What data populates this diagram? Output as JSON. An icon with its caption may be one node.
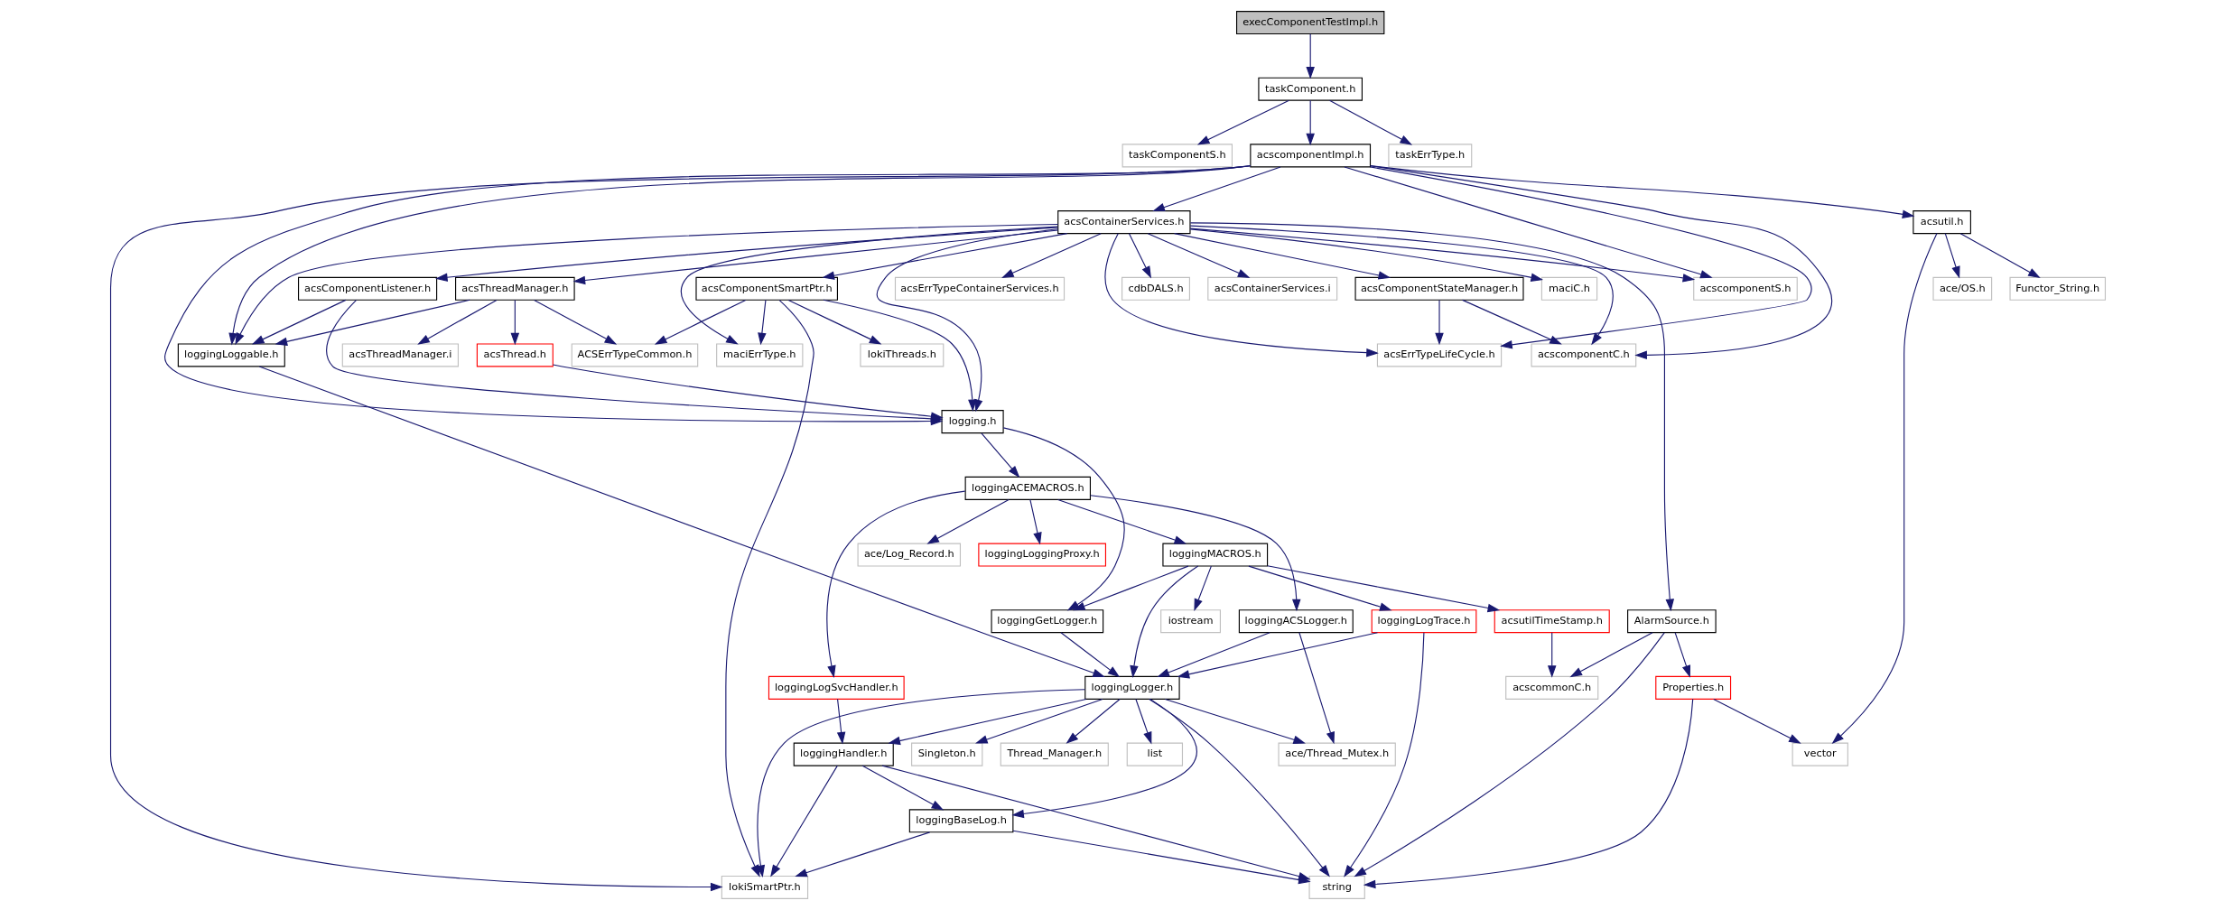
{
  "diagram": {
    "nodes": [
      {
        "text": [
          "execComponentTestImpl.h"
        ]
      },
      {
        "text": [
          "taskComponent.h"
        ]
      },
      {
        "text": [
          "taskComponentS.h"
        ]
      },
      {
        "text": [
          "acscomponentImpl.h"
        ]
      },
      {
        "text": [
          "taskErrType.h"
        ]
      },
      {
        "text": [
          "acsContainerServices.h"
        ]
      },
      {
        "text": [
          "acsutil.h"
        ]
      },
      {
        "text": [
          "cdbDALS.h"
        ]
      },
      {
        "text": [
          "acsContainerServices.i"
        ]
      },
      {
        "text": [
          "acsComponentStateManager.h"
        ]
      },
      {
        "text": [
          "acsComponentSmartPtr.h"
        ]
      },
      {
        "text": [
          "acsThreadManager.h"
        ]
      },
      {
        "text": [
          "maciC.h"
        ]
      },
      {
        "text": [
          "acsErrTypeContainerServices.h"
        ]
      },
      {
        "text": [
          "acsComponentListener.h"
        ]
      },
      {
        "text": [
          "acscomponentS.h"
        ]
      },
      {
        "text": [
          "Functor_String.h"
        ]
      },
      {
        "text": [
          "ace/OS.h"
        ]
      },
      {
        "text": [
          "acscomponentC.h"
        ]
      },
      {
        "text": [
          "acsErrTypeLifeCycle.h"
        ]
      },
      {
        "text": [
          "maciErrType.h"
        ]
      },
      {
        "text": [
          "lokiThreads.h"
        ]
      },
      {
        "text": [
          "ACSErrTypeCommon.h"
        ]
      },
      {
        "text": [
          "acsThreadManager.i"
        ]
      },
      {
        "text": [
          "acsThread.h"
        ]
      },
      {
        "text": [
          "loggingLoggable.h"
        ]
      },
      {
        "text": [
          "logging.h"
        ]
      },
      {
        "text": [
          "loggingACEMACROS.h"
        ]
      },
      {
        "text": [
          "loggingLoggingProxy.h"
        ]
      },
      {
        "text": [
          "ace/Log_Record.h"
        ]
      },
      {
        "text": [
          "loggingMACROS.h"
        ]
      },
      {
        "text": [
          "loggingACSLogger.h"
        ]
      },
      {
        "text": [
          "iostream"
        ]
      },
      {
        "text": [
          "loggingLogTrace.h"
        ]
      },
      {
        "text": [
          "acsutilTimeStamp.h"
        ]
      },
      {
        "text": [
          "loggingGetLogger.h"
        ]
      },
      {
        "text": [
          "AlarmSource.h"
        ]
      },
      {
        "text": [
          "loggingLogSvcHandler.h"
        ]
      },
      {
        "text": [
          "loggingLogger.h"
        ]
      },
      {
        "text": [
          "acscommonC.h"
        ]
      },
      {
        "text": [
          "Properties.h"
        ]
      },
      {
        "text": [
          "ace/Thread_Mutex.h"
        ]
      },
      {
        "text": [
          "loggingHandler.h"
        ]
      },
      {
        "text": [
          "Thread_Manager.h"
        ]
      },
      {
        "text": [
          "list"
        ]
      },
      {
        "text": [
          "Singleton.h"
        ]
      },
      {
        "text": [
          "vector"
        ]
      },
      {
        "text": [
          "loggingBaseLog.h"
        ]
      },
      {
        "text": [
          "lokiSmartPtr.h"
        ]
      },
      {
        "text": [
          "string"
        ]
      }
    ],
    "edges": [
      {
        "from": 0,
        "to": 1,
        "arrow": "to"
      },
      {
        "from": 1,
        "to": 2,
        "arrow": "to"
      },
      {
        "from": 1,
        "to": 3,
        "arrow": "to"
      },
      {
        "from": 1,
        "to": 4,
        "arrow": "to"
      },
      {
        "from": 3,
        "to": 5,
        "arrow": "to"
      },
      {
        "from": 3,
        "to": 6,
        "arrow": "to"
      },
      {
        "from": 3,
        "to": 15,
        "arrow": "to"
      },
      {
        "from": 3,
        "to": 25,
        "arrow": "to"
      },
      {
        "from": 3,
        "to": 18,
        "arrow": "to"
      },
      {
        "from": 3,
        "to": 19,
        "arrow": "to"
      },
      {
        "from": 3,
        "to": 26,
        "arrow": "to"
      },
      {
        "from": 3,
        "to": 48,
        "arrow": "to"
      },
      {
        "from": 5,
        "to": 7,
        "arrow": "to"
      },
      {
        "from": 5,
        "to": 8,
        "arrow": "to"
      },
      {
        "from": 5,
        "to": 9,
        "arrow": "to"
      },
      {
        "from": 5,
        "to": 10,
        "arrow": "to"
      },
      {
        "from": 5,
        "to": 11,
        "arrow": "to"
      },
      {
        "from": 5,
        "to": 12,
        "arrow": "to"
      },
      {
        "from": 5,
        "to": 13,
        "arrow": "to"
      },
      {
        "from": 5,
        "to": 14,
        "arrow": "to"
      },
      {
        "from": 5,
        "to": 15,
        "arrow": "to"
      },
      {
        "from": 5,
        "to": 18,
        "arrow": "to"
      },
      {
        "from": 5,
        "to": 19,
        "arrow": "to"
      },
      {
        "from": 5,
        "to": 20,
        "arrow": "to"
      },
      {
        "from": 5,
        "to": 25,
        "arrow": "to"
      },
      {
        "from": 5,
        "to": 26,
        "arrow": "to"
      },
      {
        "from": 5,
        "to": 36,
        "arrow": "to"
      },
      {
        "from": 6,
        "to": 16,
        "arrow": "to"
      },
      {
        "from": 6,
        "to": 17,
        "arrow": "to"
      },
      {
        "from": 6,
        "to": 46,
        "arrow": "to"
      },
      {
        "from": 9,
        "to": 18,
        "arrow": "to"
      },
      {
        "from": 9,
        "to": 19,
        "arrow": "to"
      },
      {
        "from": 10,
        "to": 20,
        "arrow": "to"
      },
      {
        "from": 10,
        "to": 21,
        "arrow": "to"
      },
      {
        "from": 10,
        "to": 22,
        "arrow": "to"
      },
      {
        "from": 10,
        "to": 26,
        "arrow": "to"
      },
      {
        "from": 10,
        "to": 48,
        "arrow": "to"
      },
      {
        "from": 11,
        "to": 22,
        "arrow": "to"
      },
      {
        "from": 11,
        "to": 23,
        "arrow": "to"
      },
      {
        "from": 11,
        "to": 24,
        "arrow": "to"
      },
      {
        "from": 11,
        "to": 25,
        "arrow": "to"
      },
      {
        "from": 14,
        "to": 25,
        "arrow": "to"
      },
      {
        "from": 14,
        "to": 26,
        "arrow": "to"
      },
      {
        "from": 24,
        "to": 26,
        "arrow": "to"
      },
      {
        "from": 25,
        "to": 38,
        "arrow": "to"
      },
      {
        "from": 26,
        "to": 27,
        "arrow": "to"
      },
      {
        "from": 26,
        "to": 35,
        "arrow": "to"
      },
      {
        "from": 27,
        "to": 28,
        "arrow": "to"
      },
      {
        "from": 27,
        "to": 29,
        "arrow": "to"
      },
      {
        "from": 27,
        "to": 30,
        "arrow": "to"
      },
      {
        "from": 27,
        "to": 31,
        "arrow": "to"
      },
      {
        "from": 27,
        "to": 37,
        "arrow": "to"
      },
      {
        "from": 30,
        "to": 32,
        "arrow": "to"
      },
      {
        "from": 30,
        "to": 33,
        "arrow": "to"
      },
      {
        "from": 30,
        "to": 34,
        "arrow": "to"
      },
      {
        "from": 30,
        "to": 35,
        "arrow": "to"
      },
      {
        "from": 30,
        "to": 38,
        "arrow": "to"
      },
      {
        "from": 31,
        "to": 38,
        "arrow": "to"
      },
      {
        "from": 31,
        "to": 41,
        "arrow": "to"
      },
      {
        "from": 33,
        "to": 38,
        "arrow": "to"
      },
      {
        "from": 33,
        "to": 49,
        "arrow": "to"
      },
      {
        "from": 34,
        "to": 39,
        "arrow": "to"
      },
      {
        "from": 35,
        "to": 38,
        "arrow": "to"
      },
      {
        "from": 36,
        "to": 39,
        "arrow": "to"
      },
      {
        "from": 36,
        "to": 40,
        "arrow": "to"
      },
      {
        "from": 36,
        "to": 49,
        "arrow": "to"
      },
      {
        "from": 37,
        "to": 42,
        "arrow": "to"
      },
      {
        "from": 38,
        "to": 41,
        "arrow": "to"
      },
      {
        "from": 38,
        "to": 42,
        "arrow": "to"
      },
      {
        "from": 38,
        "to": 43,
        "arrow": "to"
      },
      {
        "from": 38,
        "to": 44,
        "arrow": "to"
      },
      {
        "from": 38,
        "to": 45,
        "arrow": "to"
      },
      {
        "from": 38,
        "to": 47,
        "arrow": "to"
      },
      {
        "from": 38,
        "to": 49,
        "arrow": "to"
      },
      {
        "from": 38,
        "to": 48,
        "arrow": "to"
      },
      {
        "from": 40,
        "to": 46,
        "arrow": "to"
      },
      {
        "from": 40,
        "to": 49,
        "arrow": "to"
      },
      {
        "from": 42,
        "to": 47,
        "arrow": "to"
      },
      {
        "from": 42,
        "to": 48,
        "arrow": "to"
      },
      {
        "from": 42,
        "to": 49,
        "arrow": "to"
      },
      {
        "from": 47,
        "to": 48,
        "arrow": "to"
      },
      {
        "from": 47,
        "to": 49,
        "arrow": "to"
      }
    ]
  }
}
